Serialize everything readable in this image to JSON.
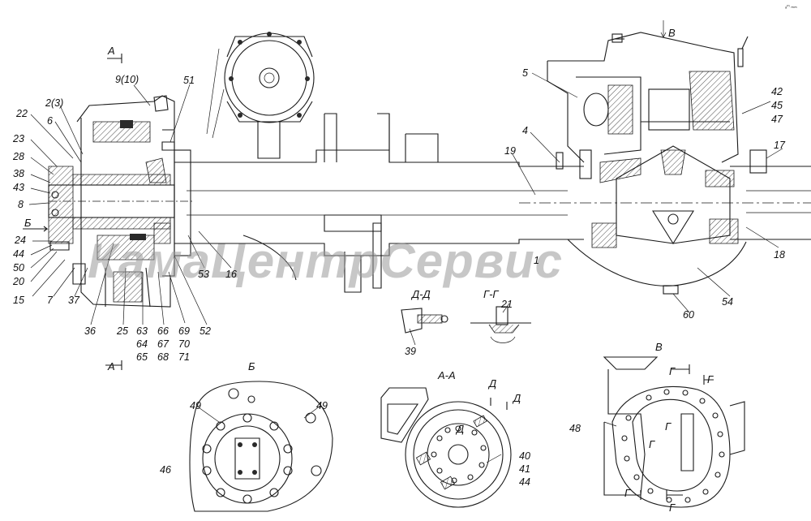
{
  "corner_mark": "ₐᵐ ₘₘ",
  "watermark": "КамаЦентрСервис",
  "section_labels": {
    "a_top": "А",
    "a_bottom": "А",
    "b_arrow": "Б",
    "v_arrow": "В",
    "view_b": "Б",
    "view_v": "В",
    "section_aa": "А-А",
    "section_dd": "Д-Д",
    "section_gg": "Г-Г",
    "d_mark_1": "Д",
    "d_mark_2": "Д",
    "d_mark_3": "Д",
    "g_mark_1": "Г",
    "g_mark_2": "Г",
    "g_mark_3": "Г",
    "g_mark_4": "Г",
    "g_mark_5": "Г",
    "g_mark_6": "Г"
  },
  "callouts": {
    "c22": "22",
    "c2_3": "2(3)",
    "c6": "6",
    "c23": "23",
    "c28": "28",
    "c38": "38",
    "c43": "43",
    "c8": "8",
    "c24": "24",
    "c44": "44",
    "c50": "50",
    "c20": "20",
    "c15": "15",
    "c7": "7",
    "c37": "37",
    "c36": "36",
    "c25": "25",
    "c63": "63",
    "c64": "64",
    "c65": "65",
    "c66": "66",
    "c67": "67",
    "c68": "68",
    "c69": "69",
    "c70": "70",
    "c71": "71",
    "c52": "52",
    "c53": "53",
    "c16": "16",
    "c51": "51",
    "c9_10": "9(10)",
    "c5": "5",
    "c4": "4",
    "c19": "19",
    "c1": "1",
    "c42": "42",
    "c45": "45",
    "c47": "47",
    "c17": "17",
    "c18": "18",
    "c54": "54",
    "c60": "60",
    "c39": "39",
    "c21": "21",
    "c49a": "49",
    "c49b": "49",
    "c46": "46",
    "c40": "40",
    "c41": "41",
    "c44b": "44",
    "c48": "48"
  }
}
